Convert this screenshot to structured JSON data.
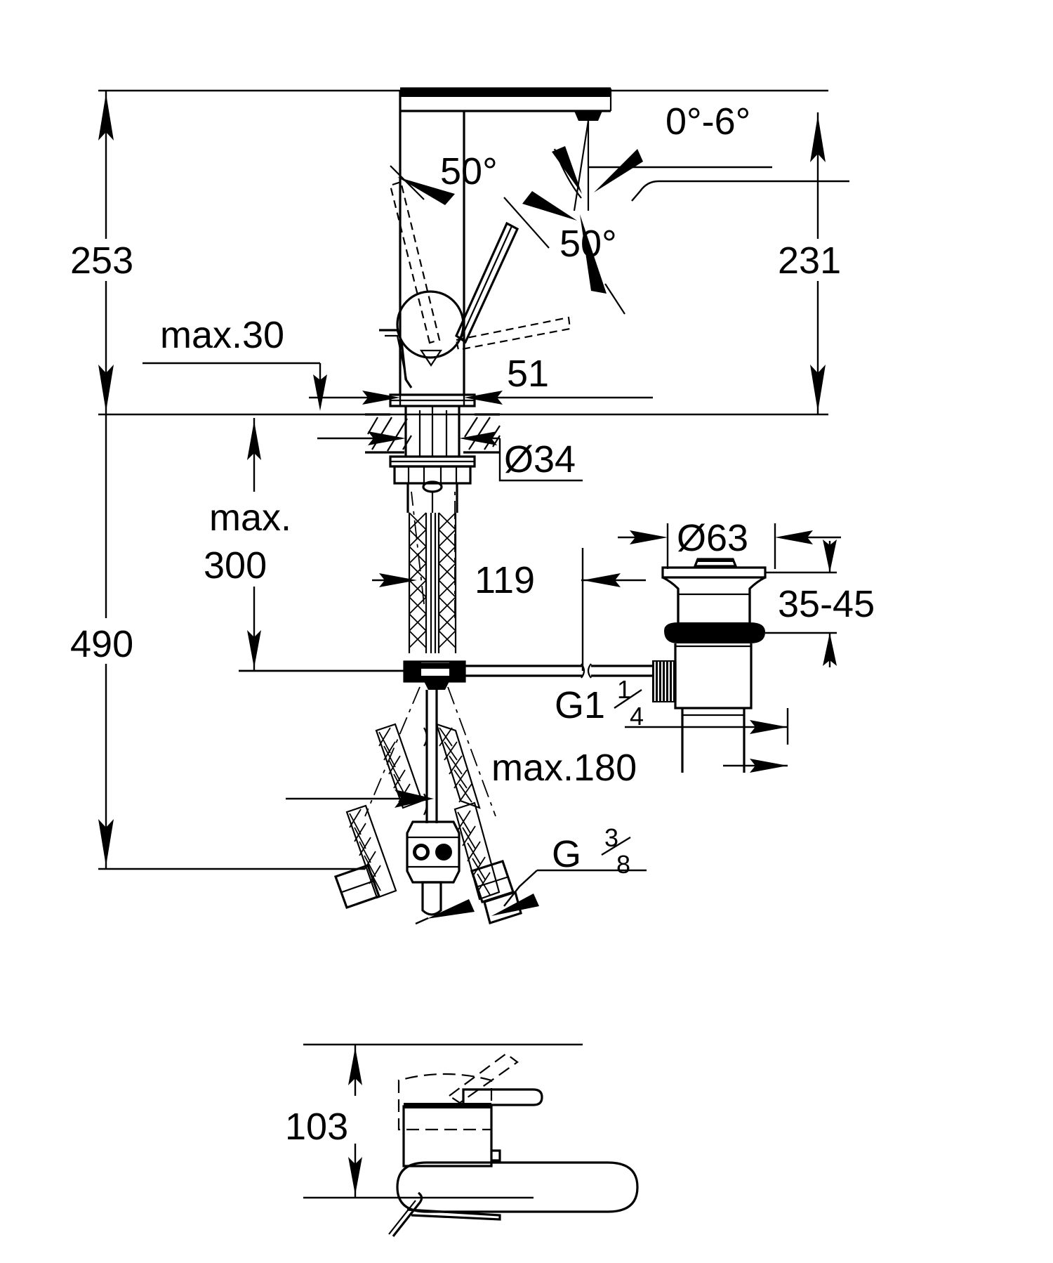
{
  "drawing": {
    "title": "Single-lever basin mixer dimensional drawing",
    "units": "mm",
    "line_color": "#000000",
    "background_color": "#ffffff"
  },
  "dimensions": {
    "overall_height_above_surface": "253",
    "spout_height_above_surface": "231",
    "max_surface_thickness": "max.30",
    "max_shank_reach": "max.",
    "max_shank_reach_value": "300",
    "total_height": "490",
    "spout_projection": "51",
    "shank_diameter": "Ø34",
    "drain_flange_diameter": "Ø63",
    "drain_basin_thickness": "35-45",
    "drain_offset": "119",
    "drain_thread": "G1",
    "drain_thread_num": "1",
    "drain_thread_den": "4",
    "max_hose_length": "max.180",
    "supply_thread": "G",
    "supply_thread_num": "3",
    "supply_thread_den": "8",
    "top_view_height": "103",
    "lever_angle_left": "50°",
    "lever_angle_right": "50°",
    "spout_tilt_range": "0°-6°"
  },
  "labels": [
    {
      "id": "dim-253",
      "text": "253",
      "role": "vertical-dimension"
    },
    {
      "id": "dim-231",
      "text": "231",
      "role": "vertical-dimension"
    },
    {
      "id": "dim-490",
      "text": "490",
      "role": "vertical-dimension"
    },
    {
      "id": "dim-max30",
      "text": "max.30",
      "role": "leader-dimension"
    },
    {
      "id": "dim-max",
      "text": "max.",
      "role": "vertical-dimension"
    },
    {
      "id": "dim-300",
      "text": "300",
      "role": "vertical-dimension"
    },
    {
      "id": "dim-51",
      "text": "51",
      "role": "horizontal-dimension"
    },
    {
      "id": "dim-d34",
      "text": "Ø34",
      "role": "diameter-dimension"
    },
    {
      "id": "dim-d63",
      "text": "Ø63",
      "role": "diameter-dimension"
    },
    {
      "id": "dim-3545",
      "text": "35-45",
      "role": "range-dimension"
    },
    {
      "id": "dim-119",
      "text": "119",
      "role": "horizontal-dimension"
    },
    {
      "id": "dim-max180",
      "text": "max.180",
      "role": "horizontal-dimension"
    },
    {
      "id": "dim-103",
      "text": "103",
      "role": "vertical-dimension"
    },
    {
      "id": "ang-50-l",
      "text": "50°",
      "role": "angle-dimension"
    },
    {
      "id": "ang-50-r",
      "text": "50°",
      "role": "angle-dimension"
    },
    {
      "id": "ang-06",
      "text": "0°-6°",
      "role": "angle-dimension"
    }
  ],
  "views": {
    "elevation": "Front elevation of single-lever basin mixer with pop-up waste",
    "plan": "Plan view of mixer body and spout"
  }
}
